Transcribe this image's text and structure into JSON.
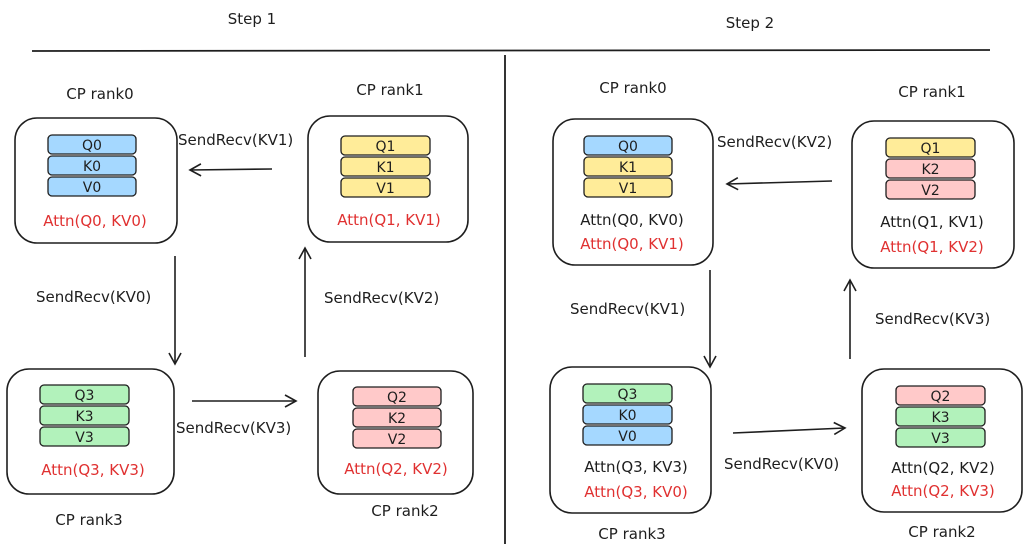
{
  "steps": {
    "step1": "Step 1",
    "step2": "Step 2"
  },
  "colors": {
    "q_blue": "#a5d8ff",
    "k_yellow": "#ffec99",
    "v_pink": "#ffc9c9",
    "g_green": "#b2f2bb",
    "attn_red": "#e03131"
  },
  "step1": {
    "rank0": {
      "title": "CP rank0",
      "cells": [
        [
          "Q0",
          "blue"
        ],
        [
          "K0",
          "blue"
        ],
        [
          "V0",
          "blue"
        ]
      ],
      "attn": [
        [
          "Attn(Q0, KV0)",
          "red"
        ]
      ]
    },
    "rank1": {
      "title": "CP rank1",
      "cells": [
        [
          "Q1",
          "yellow"
        ],
        [
          "K1",
          "yellow"
        ],
        [
          "V1",
          "yellow"
        ]
      ],
      "attn": [
        [
          "Attn(Q1, KV1)",
          "red"
        ]
      ]
    },
    "rank2": {
      "title": "CP rank2",
      "cells": [
        [
          "Q2",
          "pink"
        ],
        [
          "K2",
          "pink"
        ],
        [
          "V2",
          "pink"
        ]
      ],
      "attn": [
        [
          "Attn(Q2, KV2)",
          "red"
        ]
      ]
    },
    "rank3": {
      "title": "CP rank3",
      "cells": [
        [
          "Q3",
          "green"
        ],
        [
          "K3",
          "green"
        ],
        [
          "V3",
          "green"
        ]
      ],
      "attn": [
        [
          "Attn(Q3, KV3)",
          "red"
        ]
      ]
    },
    "arrows": {
      "r1_to_r0": "SendRecv(KV1)",
      "r0_to_r3": "SendRecv(KV0)",
      "r3_to_r2": "SendRecv(KV3)",
      "r2_to_r1": "SendRecv(KV2)"
    }
  },
  "step2": {
    "rank0": {
      "title": "CP rank0",
      "cells": [
        [
          "Q0",
          "blue"
        ],
        [
          "K1",
          "yellow"
        ],
        [
          "V1",
          "yellow"
        ]
      ],
      "attn": [
        [
          "Attn(Q0, KV0)",
          "black"
        ],
        [
          "Attn(Q0, KV1)",
          "red"
        ]
      ]
    },
    "rank1": {
      "title": "CP rank1",
      "cells": [
        [
          "Q1",
          "yellow"
        ],
        [
          "K2",
          "pink"
        ],
        [
          "V2",
          "pink"
        ]
      ],
      "attn": [
        [
          "Attn(Q1, KV1)",
          "black"
        ],
        [
          "Attn(Q1, KV2)",
          "red"
        ]
      ]
    },
    "rank2": {
      "title": "CP rank2",
      "cells": [
        [
          "Q2",
          "pink"
        ],
        [
          "K3",
          "green"
        ],
        [
          "V3",
          "green"
        ]
      ],
      "attn": [
        [
          "Attn(Q2, KV2)",
          "black"
        ],
        [
          "Attn(Q2, KV3)",
          "red"
        ]
      ]
    },
    "rank3": {
      "title": "CP rank3",
      "cells": [
        [
          "Q3",
          "green"
        ],
        [
          "K0",
          "blue"
        ],
        [
          "V0",
          "blue"
        ]
      ],
      "attn": [
        [
          "Attn(Q3, KV3)",
          "black"
        ],
        [
          "Attn(Q3, KV0)",
          "red"
        ]
      ]
    },
    "arrows": {
      "r1_to_r0": "SendRecv(KV2)",
      "r0_to_r3": "SendRecv(KV1)",
      "r3_to_r2": "SendRecv(KV0)",
      "r2_to_r1": "SendRecv(KV3)"
    }
  }
}
